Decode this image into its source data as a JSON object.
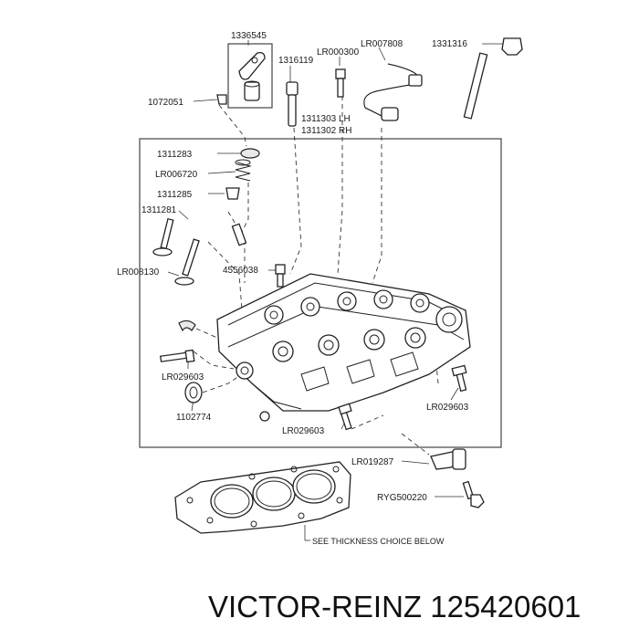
{
  "labels": {
    "l_1336545": "1336545",
    "l_lr007808": "LR007808",
    "l_lr000300": "LR000300",
    "l_1331316": "1331316",
    "l_1316119": "1316119",
    "l_1072051": "1072051",
    "l_1311303": "1311303 LH",
    "l_1311302": "1311302 RH",
    "l_1311283": "1311283",
    "l_lr006720": "LR006720",
    "l_1311285": "1311285",
    "l_1311281": "1311281",
    "l_lr008130": "LR008130",
    "l_4556038": "4556038",
    "l_lr029603_a": "LR029603",
    "l_1102774": "1102774",
    "l_lr029603_b": "LR029603",
    "l_lr029603_c": "LR029603",
    "l_lr019287": "LR019287",
    "l_ryg500220": "RYG500220"
  },
  "note": "SEE THICKNESS CHOICE  BELOW",
  "caption": "VICTOR-REINZ 125420601"
}
